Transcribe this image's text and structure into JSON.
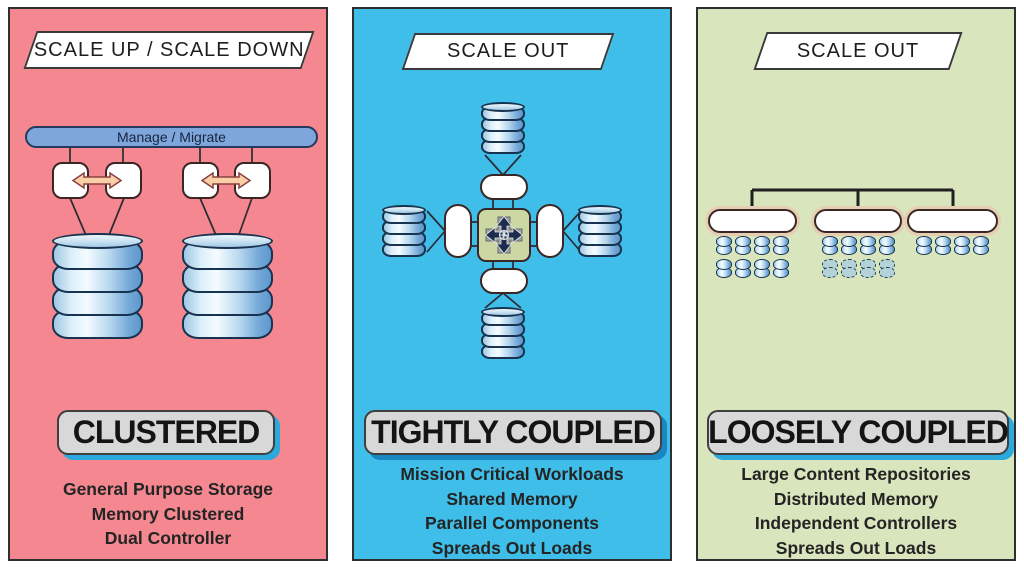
{
  "panels": [
    {
      "banner": "SCALE UP / SCALE DOWN",
      "manage_bar": "Manage / Migrate",
      "label": "CLUSTERED",
      "features": [
        "General Purpose Storage",
        "Memory Clustered",
        "Dual Controller"
      ],
      "colors": {
        "background": "#f4878f",
        "label_shadow": "#2ba9dd",
        "manage_bar": "#7ea6da",
        "arrow_fill": "#f8cfa6"
      },
      "icons": [
        "database-cylinder",
        "bidirectional-arrow"
      ]
    },
    {
      "banner": "SCALE OUT",
      "label": "TIGHTLY COUPLED",
      "features": [
        "Mission Critical Workloads",
        "Shared Memory",
        "Parallel Components",
        "Spreads Out Loads"
      ],
      "colors": {
        "background": "#3ebee8",
        "label_shadow": "#1887c2",
        "center_box": "#ccd8a4"
      },
      "icons": [
        "database-cylinder",
        "four-way-arrows"
      ]
    },
    {
      "banner": "SCALE OUT",
      "label": "LOOSELY COUPLED",
      "features": [
        "Large Content Repositories",
        "Distributed Memory",
        "Independent Controllers",
        "Spreads Out Loads"
      ],
      "colors": {
        "background": "#d9e5bd",
        "label_shadow": "#2ba9dd",
        "cylinder": "#74a9d8",
        "ghost_cylinder": "#b4d3d9"
      },
      "icons": [
        "database-cylinder",
        "dashed-database-cylinder"
      ]
    }
  ]
}
